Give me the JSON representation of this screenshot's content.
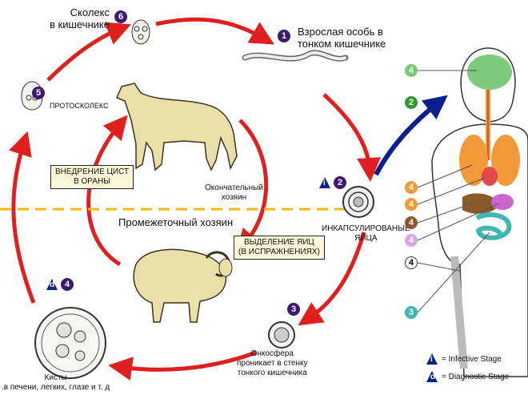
{
  "labels": {
    "scolex": "Сколекс\nв кишечнике",
    "adult": "Взрослая особь в\nтонком кишечнике",
    "protoscolex": "ПРОТОСКОЛЕКС",
    "definitive_host": "Окончательный\nхозяин",
    "intermediate_host": "Промежеточный хозяин",
    "encapsulated_eggs": "ИНКАПСУЛИРОВАНЫЕ\nЯЙЦА",
    "oncosphere": "Онкосфера\nпроникает в стенку\nтонкого кишечника",
    "cysts": "Кисты\n.в печени, легких, глазе и т. д"
  },
  "boxes": {
    "cyst_invasion": "ВНЕДРЕНИЕ ЦИСТ\nВ ОРАНЫ",
    "egg_release": "ВЫДЕЛЕНИЕ ЯИЦ\n(В ИСПРАЖНЕНИЯХ)"
  },
  "steps": {
    "s1": "1",
    "s2": "2",
    "s3": "3",
    "s4": "4",
    "s5": "5",
    "s6": "6",
    "i": "i",
    "d": "d"
  },
  "body_markers": [
    "4",
    "2",
    "4",
    "4",
    "4",
    "4",
    "4",
    "3"
  ],
  "legend": {
    "infective": "= Infective Stage",
    "diagnostic": "= Diagnostic Stage",
    "i": "i",
    "d": "d"
  },
  "colors": {
    "cycle_arrow": "#e02020",
    "blue_arrow": "#0a1e8c",
    "dashed_line": "#f2b90c",
    "step_badge": "#3d1a6e",
    "box_fill": "#fdf6d8"
  },
  "icons": [
    "scolex-icon",
    "adult-worm-icon",
    "protoscolex-icon",
    "dog-icon",
    "sheep-icon",
    "egg-icon",
    "oncosphere-icon",
    "cyst-icon",
    "human-body-icon"
  ]
}
